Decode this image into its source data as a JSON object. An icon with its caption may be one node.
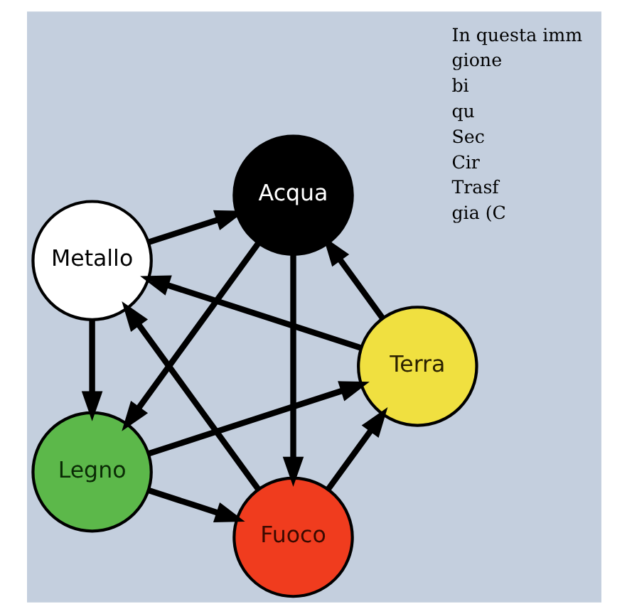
{
  "diagram": {
    "nodes": [
      {
        "text": [
          "Fuoco"
        ]
      },
      {
        "text": [
          "Legno"
        ]
      },
      {
        "text": [
          "Terra"
        ]
      },
      {
        "text": [
          "Acqua"
        ]
      },
      {
        "text": [
          "Metallo"
        ]
      }
    ],
    "edges": [
      {
        "from": 1,
        "to": 0,
        "arrow": "to"
      },
      {
        "from": 0,
        "to": 2,
        "arrow": "to"
      },
      {
        "from": 2,
        "to": 4,
        "arrow": "to"
      },
      {
        "from": 4,
        "to": 3,
        "arrow": "to"
      },
      {
        "from": 3,
        "to": 1,
        "arrow": "to"
      },
      {
        "from": 1,
        "to": 2,
        "arrow": "to"
      },
      {
        "from": 2,
        "to": 3,
        "arrow": "to"
      },
      {
        "from": 3,
        "to": 0,
        "arrow": "to"
      },
      {
        "from": 0,
        "to": 4,
        "arrow": "to"
      },
      {
        "from": 4,
        "to": 1,
        "arrow": "to"
      }
    ],
    "labels": [
      "In questa imm",
      "gione",
      "bi",
      "qu",
      "Sec",
      "Cir",
      "Trasf",
      "gia (C"
    ]
  }
}
